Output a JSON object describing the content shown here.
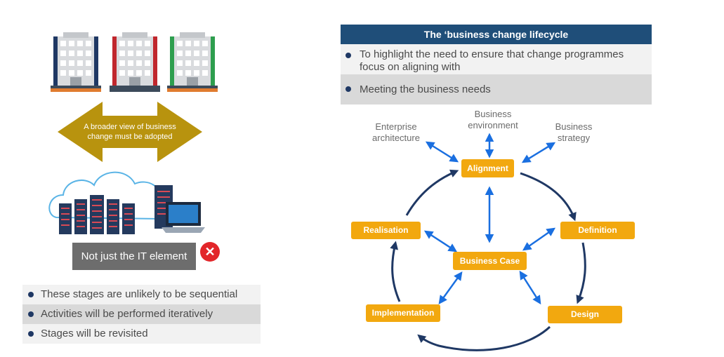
{
  "left": {
    "buildings": [
      {
        "name": "building-blue",
        "accent": "#1f3864",
        "base": "#e07b2f"
      },
      {
        "name": "building-red",
        "accent": "#c0272d",
        "base": "#3c4a5a"
      },
      {
        "name": "building-green",
        "accent": "#2e9e4e",
        "base": "#e07b2f"
      }
    ],
    "arrow_text": "A broader view of business change must be adopted",
    "not_it_label": "Not just the IT element",
    "x_symbol": "✕",
    "bullets": [
      "These stages are unlikely to be sequential",
      "Activities will be performed iteratively",
      "Stages will be revisited"
    ]
  },
  "right": {
    "title": "The ‘business change lifecycle",
    "bullets": [
      "To highlight the need to ensure that change programmes focus on aligning with",
      "Meeting the business needs"
    ],
    "external_labels": {
      "enterprise": "Enterprise architecture",
      "environment": "Business environment",
      "strategy": "Business strategy"
    },
    "stages": {
      "alignment": "Alignment",
      "definition": "Definition",
      "design": "Design",
      "implementation": "Implementation",
      "realisation": "Realisation",
      "business_case": "Business Case"
    }
  },
  "colors": {
    "navy": "#1f4e79",
    "stage_orange": "#f2a80f",
    "gold_arrow": "#b8930e",
    "link_blue": "#1a6fe0",
    "cycle_navy": "#1f3864"
  }
}
